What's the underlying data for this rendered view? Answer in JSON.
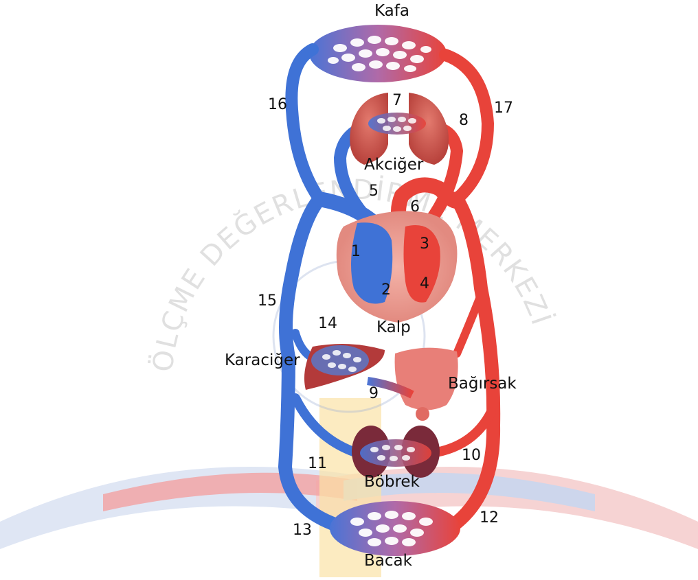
{
  "organs": {
    "head": "Kafa",
    "lungs": "Akciğer",
    "heart": "Kalp",
    "liver": "Karaciğer",
    "intestine": "Bağırsak",
    "kidney": "Böbrek",
    "leg": "Bacak"
  },
  "numbers": {
    "n1": "1",
    "n2": "2",
    "n3": "3",
    "n4": "4",
    "n5": "5",
    "n6": "6",
    "n7": "7",
    "n8": "8",
    "n9": "9",
    "n10": "10",
    "n11": "11",
    "n12": "12",
    "n13": "13",
    "n14": "14",
    "n15": "15",
    "n16": "16",
    "n17": "17"
  },
  "watermark": {
    "text": "ÖLÇME DEĞERLENDİRME MERKEZİ"
  },
  "colors": {
    "vein": "#3f72d6",
    "artery": "#e8433a",
    "organ_red": "#c94c4c",
    "banner_red": "#f08a8a",
    "banner_blue": "#c9d6ee",
    "banner_yellow": "#fbe3a6"
  }
}
